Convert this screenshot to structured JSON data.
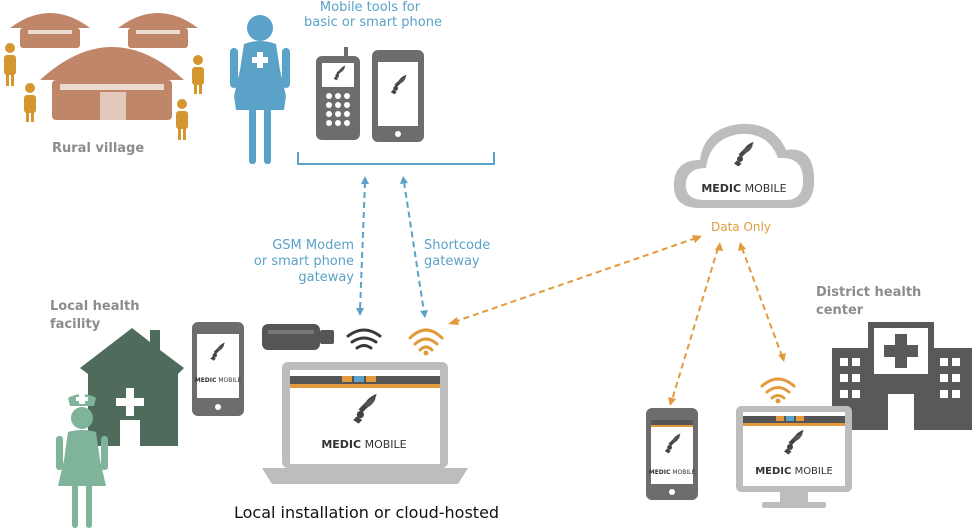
{
  "labels": {
    "rural_village": "Rural village",
    "mobile_tools_line1": "Mobile tools for",
    "mobile_tools_line2": "basic or smart phone",
    "gsm_line1": "GSM Modem",
    "gsm_line2": "or smart phone",
    "gsm_line3": "gateway",
    "shortcode_line1": "Shortcode",
    "shortcode_line2": "gateway",
    "local_health_line1": "Local health",
    "local_health_line2": "facility",
    "district_line1": "District health",
    "district_line2": "center",
    "data_only": "Data Only",
    "caption": "Local installation or cloud-hosted"
  },
  "brand": {
    "medic": "MEDIC",
    "mobile": "MOBILE"
  },
  "colors": {
    "hut": "#c0866a",
    "villager": "#d6962f",
    "health_worker": "#5aa2c7",
    "nurse": "#7fb39a",
    "clinic": "#4e6b5c",
    "device_gray": "#6d6d6d",
    "link_blue": "#5aa2c7",
    "link_orange": "#e29a3c",
    "cloud": "#bdbdbd",
    "hospital": "#595959"
  },
  "icons": [
    "hut-icon",
    "villager-icon",
    "health-worker-icon",
    "basic-phone-icon",
    "smartphone-icon",
    "usb-modem-icon",
    "wifi-icon",
    "laptop-icon",
    "cloud-icon",
    "nurse-icon",
    "clinic-icon",
    "hospital-icon",
    "desktop-monitor-icon",
    "medic-mobile-logo-icon"
  ]
}
